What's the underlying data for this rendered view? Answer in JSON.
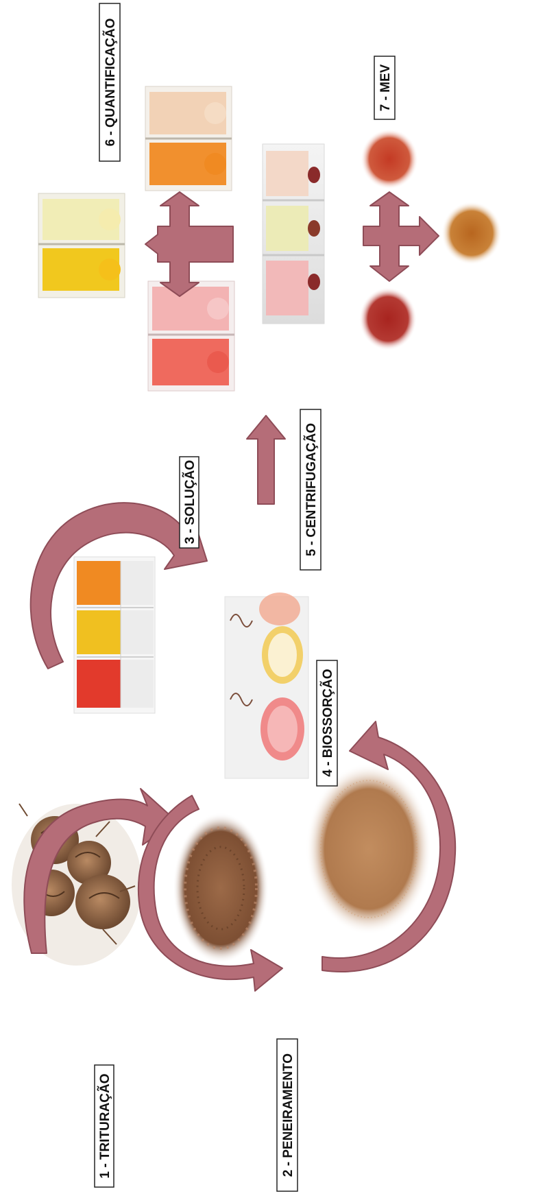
{
  "steps": {
    "s1": "1 - TRITURAÇÃO",
    "s2": "2 - PENEIRAMENTO",
    "s3": "3 - SOLUÇÃO",
    "s4": "4 - BIOSSORÇÃO",
    "s5": "5 - CENTRIFUGAÇÃO",
    "s6": "6 - QUANTIFICAÇÃO",
    "s7": "7 - MEV"
  },
  "colors": {
    "arrow": "#b56d78",
    "arrow_edge": "#8e4c57",
    "label_border": "#222222",
    "red_dye": "#e23a2c",
    "yellow_dye": "#f0c020",
    "orange_dye": "#f08a22",
    "biomass": "#b8835a",
    "crushed_biomass": "#8e5b3a",
    "mev_red": "#b12a25",
    "mev_orange": "#c77a2a"
  }
}
